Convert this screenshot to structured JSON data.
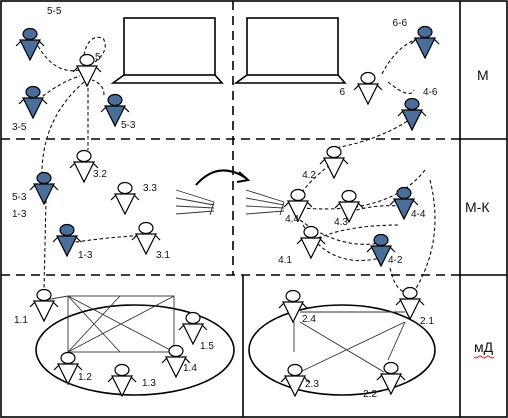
{
  "zones": {
    "top": "М",
    "middle": "М-К",
    "bottom": "мД"
  },
  "colors": {
    "filled": "#4a6d9a",
    "outline": "#000000",
    "background": "#ffffff"
  },
  "icons": {
    "person": "person-icon",
    "laptop": "laptop-icon",
    "transition": "transition-arrow-icon"
  },
  "people_left": [
    {
      "label": "5-5",
      "filled": true
    },
    {
      "label": "5",
      "filled": false
    },
    {
      "label": "3-5",
      "filled": true
    },
    {
      "label": "5-3",
      "filled": true
    },
    {
      "label": "3.2",
      "filled": false
    },
    {
      "label": "5-3",
      "filled": true
    },
    {
      "label": "1-3",
      "filled": false
    },
    {
      "label": "3.3",
      "filled": false
    },
    {
      "label": "1-3",
      "filled": true
    },
    {
      "label": "3.1",
      "filled": false
    },
    {
      "label": "1.1",
      "filled": false
    },
    {
      "label": "1.2",
      "filled": false
    },
    {
      "label": "1.3",
      "filled": false
    },
    {
      "label": "1.4",
      "filled": false
    },
    {
      "label": "1.5",
      "filled": false
    }
  ],
  "people_right": [
    {
      "label": "6-6",
      "filled": true
    },
    {
      "label": "6",
      "filled": false
    },
    {
      "label": "4-6",
      "filled": true
    },
    {
      "label": "4.2",
      "filled": false
    },
    {
      "label": "4.4",
      "filled": false
    },
    {
      "label": "4.3",
      "filled": false
    },
    {
      "label": "4-4",
      "filled": true
    },
    {
      "label": "4.1",
      "filled": false
    },
    {
      "label": "4-2",
      "filled": true
    },
    {
      "label": "2.4",
      "filled": false
    },
    {
      "label": "2.1",
      "filled": false
    },
    {
      "label": "2.3",
      "filled": false
    },
    {
      "label": "2.2",
      "filled": false
    }
  ]
}
